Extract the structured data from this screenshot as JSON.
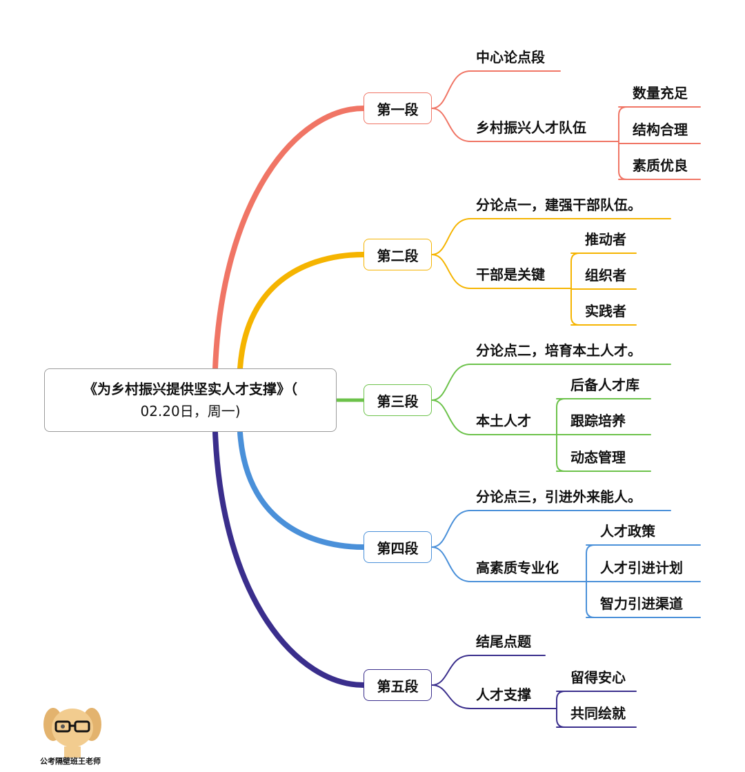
{
  "title_line1": "《为乡村振兴提供坚实人才支撑》（",
  "title_line2": "02.20日，周一)",
  "watermark": "公考隔壁班王老师",
  "sections": [
    {
      "label": "第一段",
      "color": "#F07565",
      "children": [
        {
          "label": "中心论点段"
        },
        {
          "label": "乡村振兴人才队伍",
          "items": [
            "数量充足",
            "结构合理",
            "素质优良"
          ]
        }
      ]
    },
    {
      "label": "第二段",
      "color": "#F5B400",
      "children": [
        {
          "label": "分论点一，建强干部队伍。"
        },
        {
          "label": "干部是关键",
          "items": [
            "推动者",
            "组织者",
            "实践者"
          ]
        }
      ]
    },
    {
      "label": "第三段",
      "color": "#6CC24A",
      "children": [
        {
          "label": "分论点二，培育本土人才。"
        },
        {
          "label": "本土人才",
          "items": [
            "后备人才库",
            "跟踪培养",
            "动态管理"
          ]
        }
      ]
    },
    {
      "label": "第四段",
      "color": "#4A90D9",
      "children": [
        {
          "label": "分论点三，引进外来能人。"
        },
        {
          "label": "高素质专业化",
          "items": [
            "人才政策",
            "人才引进计划",
            "智力引进渠道"
          ]
        }
      ]
    },
    {
      "label": "第五段",
      "color": "#3A2E8C",
      "children": [
        {
          "label": "结尾点题"
        },
        {
          "label": "人才支撑",
          "items": [
            "留得安心",
            "共同绘就"
          ]
        }
      ]
    }
  ]
}
